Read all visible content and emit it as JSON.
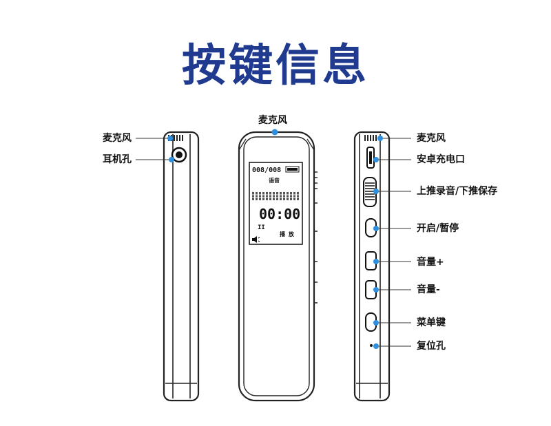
{
  "title": "按键信息",
  "colors": {
    "accent": "#1f3a8f",
    "dot": "#2d8fe0",
    "line": "#333333"
  },
  "left_labels": [
    {
      "id": "mic",
      "text": "麦克风"
    },
    {
      "id": "earphone",
      "text": "耳机孔"
    }
  ],
  "top_label": "麦克风",
  "right_labels": [
    {
      "id": "mic",
      "text": "麦克风"
    },
    {
      "id": "charge",
      "text": "安卓充电口"
    },
    {
      "id": "slider",
      "text": "上推录音/下推保存"
    },
    {
      "id": "power",
      "text": "开启/暂停"
    },
    {
      "id": "volup",
      "text": "音量+"
    },
    {
      "id": "voldown",
      "text": "音量-"
    },
    {
      "id": "menu",
      "text": "菜单键"
    },
    {
      "id": "reset",
      "text": "复位孔"
    }
  ],
  "screen": {
    "track": "008/008",
    "mode": "语音",
    "time": "00:00",
    "pause": "II",
    "status": "播 放"
  }
}
